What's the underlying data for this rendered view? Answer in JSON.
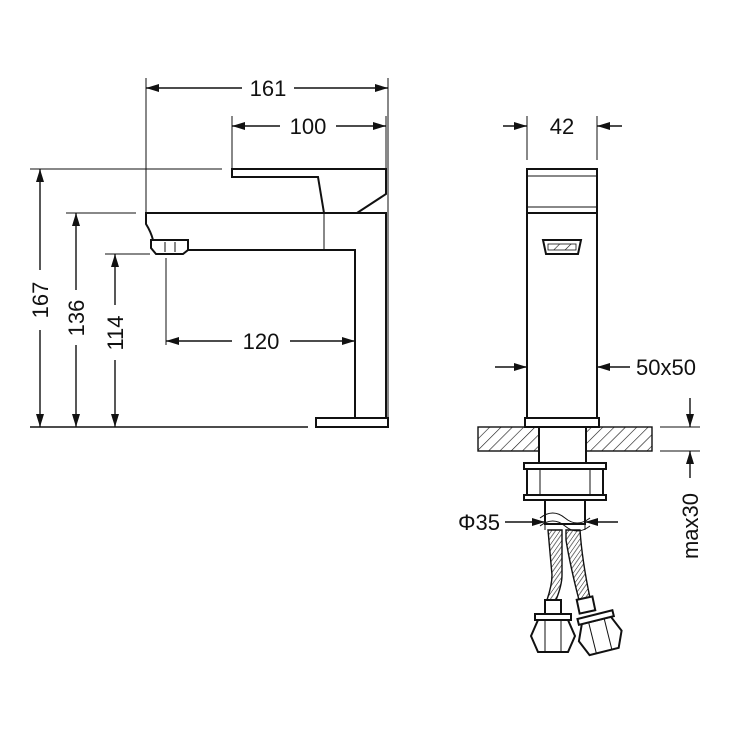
{
  "dimensions": {
    "overall_width": "161",
    "lever_width": "100",
    "reach": "120",
    "overall_height": "167",
    "spout_height": "136",
    "outlet_height": "114",
    "side_width": "42",
    "body_section": "50x50",
    "tail_diameter": "Φ35",
    "counter_max": "max30"
  },
  "colors": {
    "line": "#111111",
    "background": "#ffffff"
  }
}
